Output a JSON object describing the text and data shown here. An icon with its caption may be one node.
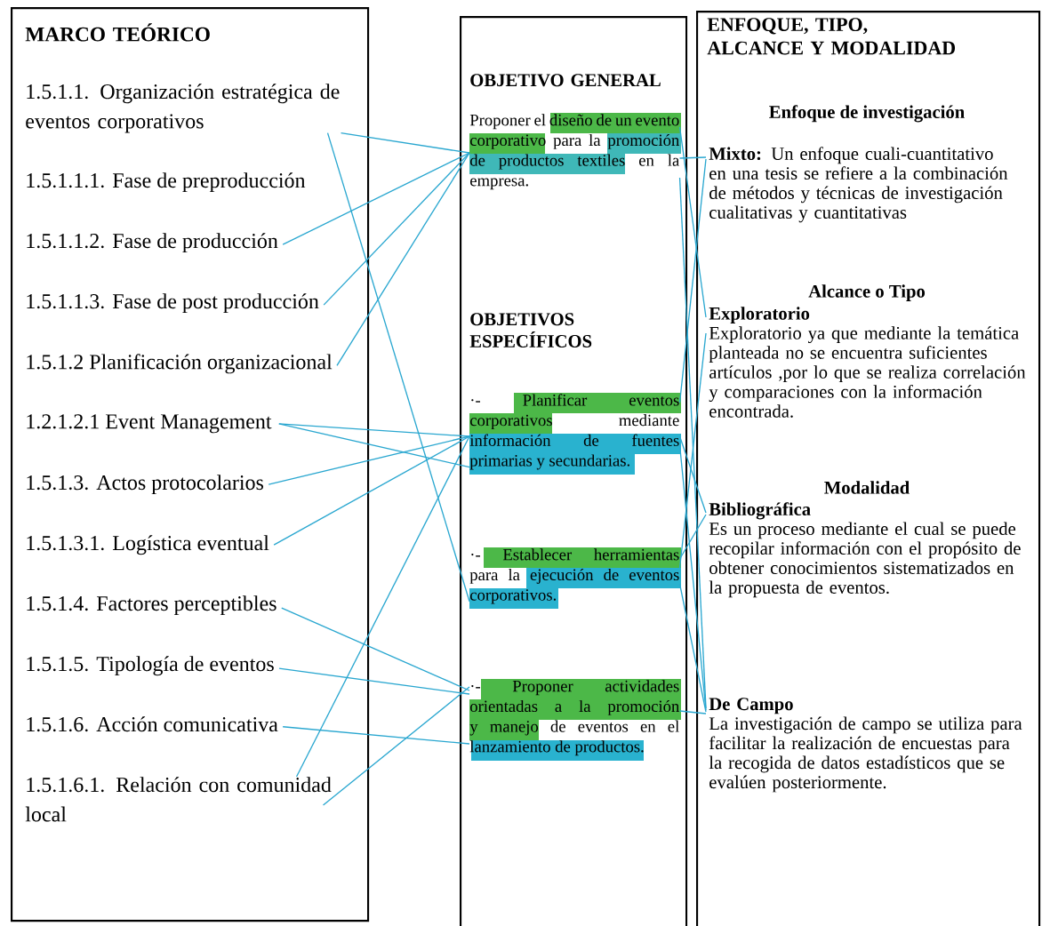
{
  "diagram": {
    "nodes": [
      {
        "text": [
          "MARCO TEÓRICO"
        ]
      },
      {
        "text": [
          "1.5.1.1. Organización estratégica de eventos corporativos"
        ],
        "in": 0
      },
      {
        "text": [
          "1.5.1.1.1. Fase de preproducción"
        ],
        "in": 0
      },
      {
        "text": [
          "1.5.1.1.2. Fase de producción"
        ],
        "in": 0
      },
      {
        "text": [
          "1.5.1.1.3.  Fase de post producción"
        ],
        "in": 0
      },
      {
        "text": [
          "1.5.1.2 Planificación organizacional"
        ],
        "in": 0
      },
      {
        "text": [
          "1.2.1.2.1 Event Management"
        ],
        "in": 0
      },
      {
        "text": [
          "1.5.1.3.  Actos protocolarios"
        ],
        "in": 0
      },
      {
        "text": [
          "1.5.1.3.1.  Logística eventual"
        ],
        "in": 0
      },
      {
        "text": [
          "1.5.1.4.  Factores perceptibles"
        ],
        "in": 0
      },
      {
        "text": [
          "1.5.1.5.  Tipología de eventos"
        ],
        "in": 0
      },
      {
        "text": [
          "1.5.1.6.  Acción comunicativa"
        ],
        "in": 0
      },
      {
        "text": [
          "1.5.1.6.1.  Relación con comunidad local"
        ],
        "in": 0
      },
      {
        "text": [
          "OBJETIVO GENERAL",
          "OBJETIVOS ESPECÍFICOS"
        ]
      },
      {
        "text": [
          "Proponer el diseño de un evento corporativo para la promoción de productos textiles en la empresa."
        ],
        "in": 13
      },
      {
        "text": [
          "·- Planificar eventos corporativos mediante información de fuentes primarias y secundarias."
        ],
        "in": 13
      },
      {
        "text": [
          "·- Establecer herramientas para la ejecución de eventos corporativos."
        ],
        "in": 13
      },
      {
        "text": [
          "·- Proponer actividades orientadas a la promoción y manejo de eventos en el lanzamiento de productos."
        ],
        "in": 13
      },
      {
        "text": [
          "ENFOQUE, TIPO, ALCANCE Y MODALIDAD",
          "Enfoque de investigación",
          "Alcance o Tipo",
          "Modalidad"
        ]
      },
      {
        "text": [
          "**Mixto:** Un enfoque cuali-cuantitativo en una tesis se refiere a la combinación de métodos y técnicas de investigación cualitativas y cuantitativas"
        ],
        "in": 18
      },
      {
        "text": [
          "Exploratorio",
          "Exploratorio ya que mediante la temática planteada no se encuentra suficientes artículos ,por lo que se realiza correlación y comparaciones con la información encontrada."
        ],
        "in": 18
      },
      {
        "text": [
          "Bibliográfica",
          "Es un proceso mediante el cual se puede recopilar información con el propósito de obtener conocimientos sistematizados en la propuesta de eventos."
        ],
        "in": 18
      },
      {
        "text": [
          "De Campo",
          "La investigación de campo se utiliza para facilitar la realización de encuestas para la recogida de datos estadísticos que se evalúen posteriormente."
        ],
        "in": 18
      }
    ],
    "edges": [
      {
        "from": 1,
        "to": 14,
        "arrow": "none"
      },
      {
        "from": 1,
        "to": 16,
        "arrow": "none"
      },
      {
        "from": 3,
        "to": 14,
        "arrow": "none"
      },
      {
        "from": 4,
        "to": 14,
        "arrow": "none"
      },
      {
        "from": 5,
        "to": 14,
        "arrow": "none"
      },
      {
        "from": 6,
        "to": 15,
        "arrow": "none"
      },
      {
        "from": 6,
        "to": 15,
        "arrow": "none"
      },
      {
        "from": 7,
        "to": 15,
        "arrow": "none"
      },
      {
        "from": 8,
        "to": 15,
        "arrow": "none"
      },
      {
        "from": 12,
        "to": 15,
        "arrow": "none"
      },
      {
        "from": 12,
        "to": 17,
        "arrow": "none"
      },
      {
        "from": 9,
        "to": 17,
        "arrow": "none"
      },
      {
        "from": 10,
        "to": 17,
        "arrow": "none"
      },
      {
        "from": 11,
        "to": 17,
        "arrow": "none"
      },
      {
        "from": 14,
        "to": 19,
        "arrow": "none"
      },
      {
        "from": 14,
        "to": 20,
        "arrow": "none"
      },
      {
        "from": 14,
        "to": 22,
        "arrow": "none"
      },
      {
        "from": 15,
        "to": 19,
        "arrow": "none"
      },
      {
        "from": 15,
        "to": 21,
        "arrow": "none"
      },
      {
        "from": 15,
        "to": 22,
        "arrow": "none"
      },
      {
        "from": 16,
        "to": 21,
        "arrow": "none"
      },
      {
        "from": 16,
        "to": 20,
        "arrow": "none"
      },
      {
        "from": 16,
        "to": 22,
        "arrow": "none"
      },
      {
        "from": 17,
        "to": 22,
        "arrow": "none"
      }
    ]
  }
}
